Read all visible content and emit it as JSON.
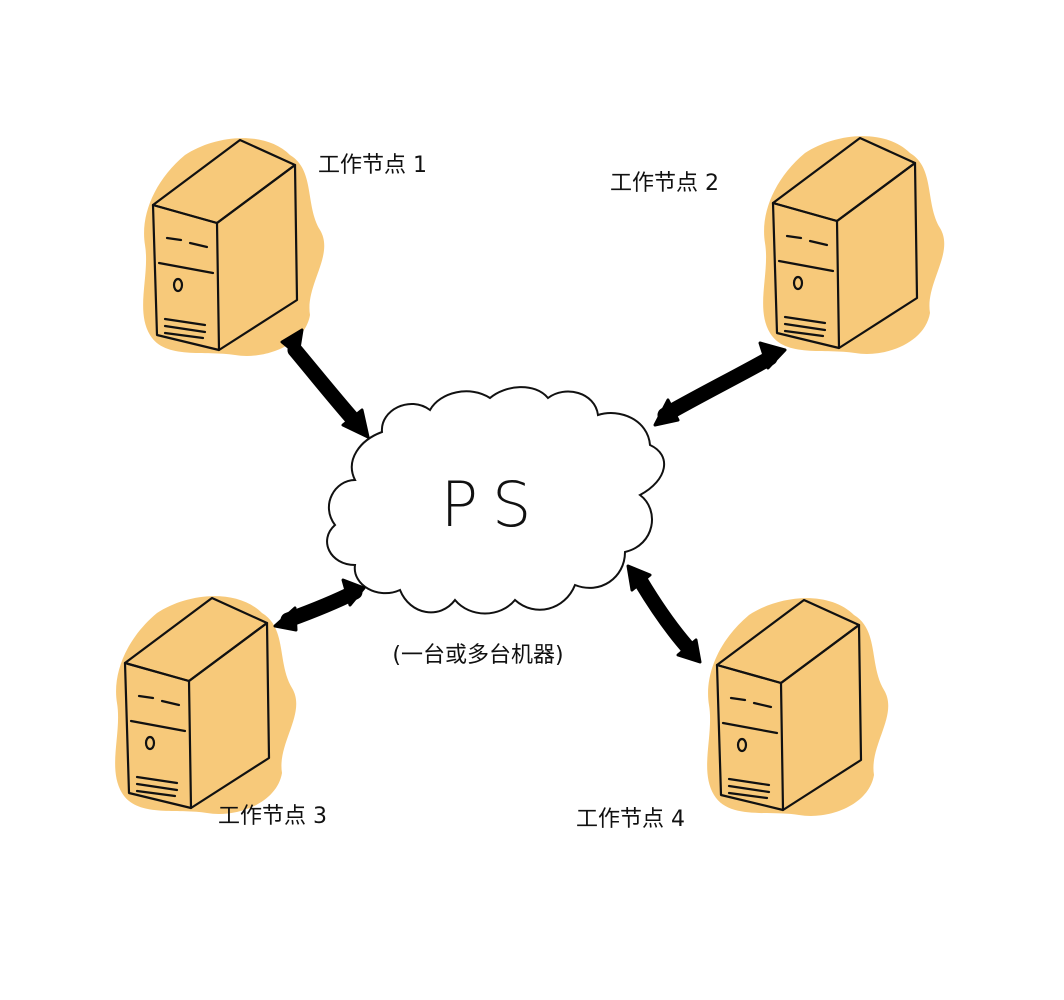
{
  "colors": {
    "server_fill": "#f7c97a",
    "server_face": "#f3bd6a",
    "server_side": "#f8d28c",
    "ink": "#111111",
    "background": "#ffffff"
  },
  "center": {
    "label": "PS",
    "note": "(一台或多台机器)"
  },
  "nodes": [
    {
      "label": "工作节点 1",
      "icon": "server-icon"
    },
    {
      "label": "工作节点 2",
      "icon": "server-icon"
    },
    {
      "label": "工作节点 3",
      "icon": "server-icon"
    },
    {
      "label": "工作节点 4",
      "icon": "server-icon"
    }
  ],
  "edges": [
    {
      "from": "工作节点 1",
      "to": "PS",
      "direction": "both"
    },
    {
      "from": "工作节点 2",
      "to": "PS",
      "direction": "both"
    },
    {
      "from": "工作节点 3",
      "to": "PS",
      "direction": "both"
    },
    {
      "from": "工作节点 4",
      "to": "PS",
      "direction": "both"
    }
  ]
}
